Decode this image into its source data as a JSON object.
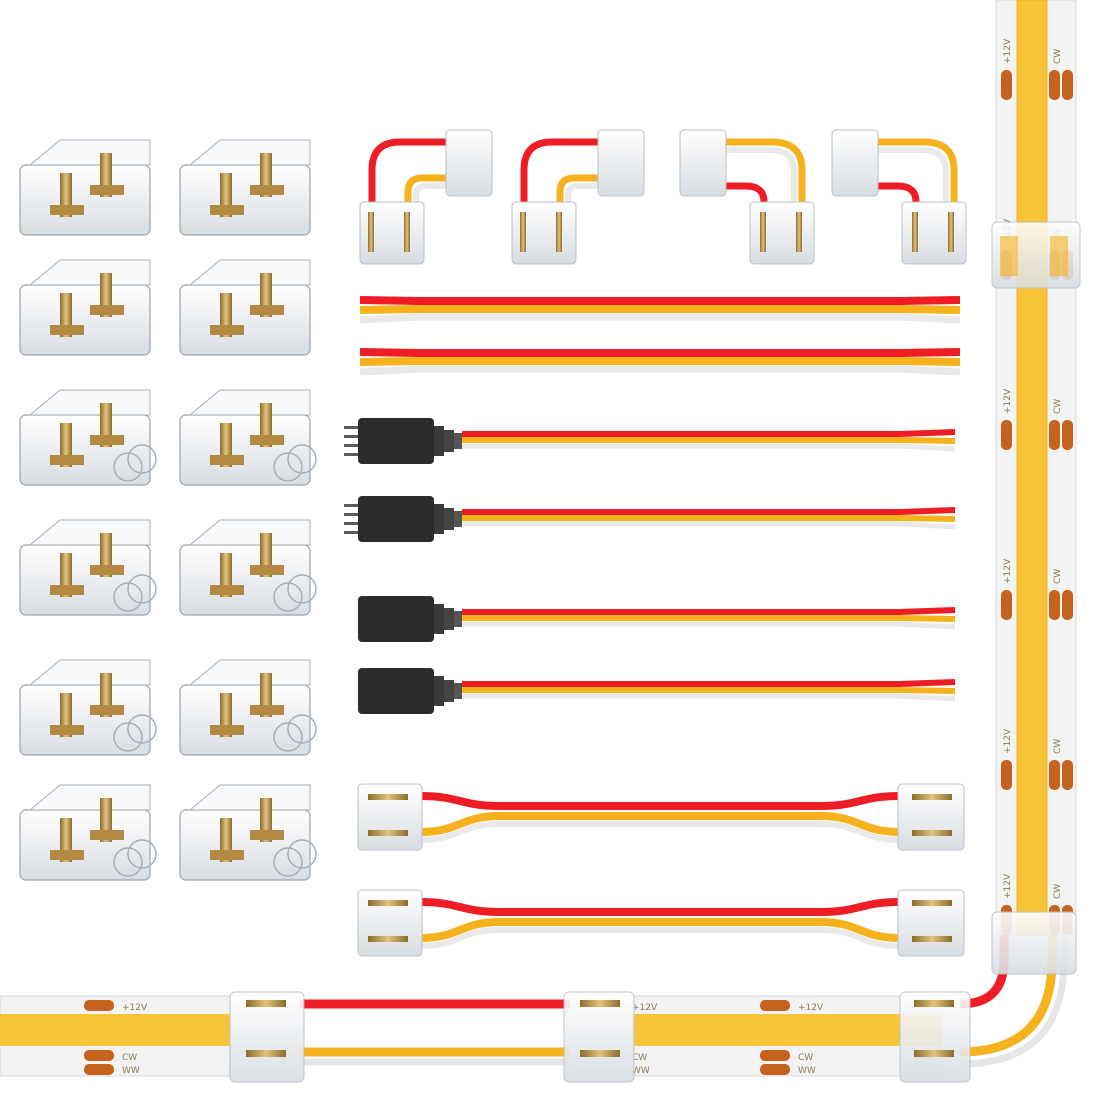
{
  "strip_labels": {
    "positive": "+12V",
    "cold_white": "CW",
    "warm_white": "WW"
  },
  "colors": {
    "background": "#ffffff",
    "wire_red": "#ee1c24",
    "wire_yellow": "#f6b21c",
    "wire_white": "#e9e9e9",
    "strip_led": "#f8c53a",
    "strip_body": "#f3f3f3",
    "solder_pad": "#c5621e",
    "gold_pin": "#b48a42",
    "housing_black": "#2c2c2c",
    "clip_clear": "#eef1f3"
  },
  "components": {
    "clip_connectors": 12,
    "l_shape_connectors": 4,
    "straight_wires": 2,
    "pigtail_connectors": 4,
    "jumper_extensions": 2
  }
}
